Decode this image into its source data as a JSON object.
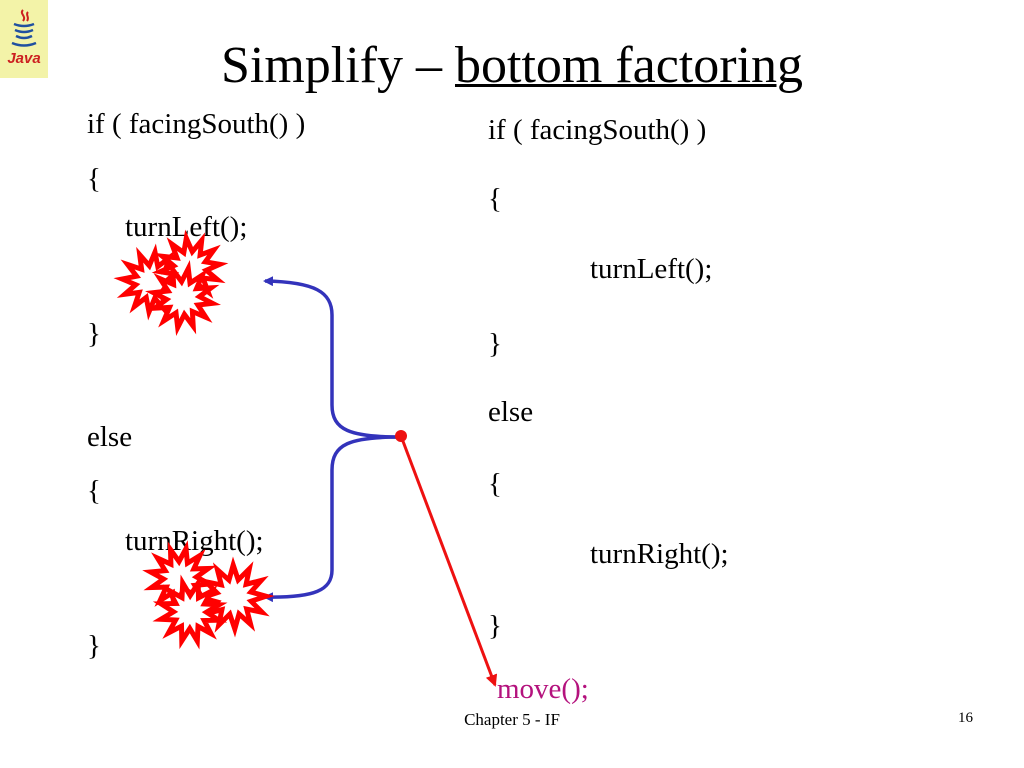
{
  "logo": {
    "text": "Java"
  },
  "title": {
    "prefix": "Simplify – ",
    "highlight": "bottom factoring"
  },
  "left_code": {
    "if_line": "if ( facingSouth() )",
    "open1": "{",
    "turn_left": "turnLeft();",
    "close1": "}",
    "else": "else",
    "open2": "{",
    "turn_right": "turnRight();",
    "close2": "}"
  },
  "right_code": {
    "if_line": "if ( facingSouth() )",
    "open1": "{",
    "turn_left": "turnLeft();",
    "close1": "}",
    "else": "else",
    "open2": "{",
    "turn_right": "turnRight();",
    "close2": "}",
    "move": "move();"
  },
  "footer": {
    "chapter": "Chapter 5 - IF",
    "page": "16"
  },
  "colors": {
    "bracket": "#3333bb",
    "arrow": "#ee1111",
    "burst": "#ff0000",
    "move": "#b4127d",
    "logo_bg": "#f3f3a8"
  }
}
